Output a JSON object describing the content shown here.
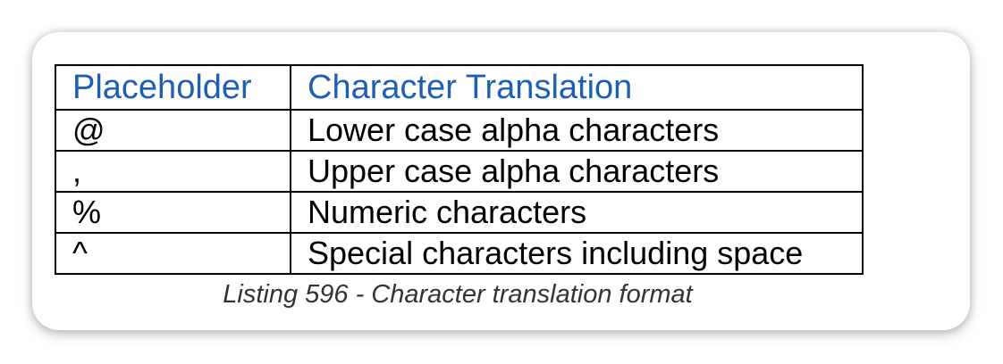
{
  "table": {
    "headers": [
      "Placeholder",
      "Character Translation"
    ],
    "rows": [
      {
        "placeholder": "@",
        "translation": "Lower case alpha characters"
      },
      {
        "placeholder": ",",
        "translation": "Upper case alpha characters"
      },
      {
        "placeholder": "%",
        "translation": "Numeric characters"
      },
      {
        "placeholder": "^",
        "translation": "Special characters including space"
      }
    ]
  },
  "caption": "Listing 596 - Character translation format",
  "colors": {
    "header_text": "#1d5fb0",
    "caption_text": "#333333"
  }
}
